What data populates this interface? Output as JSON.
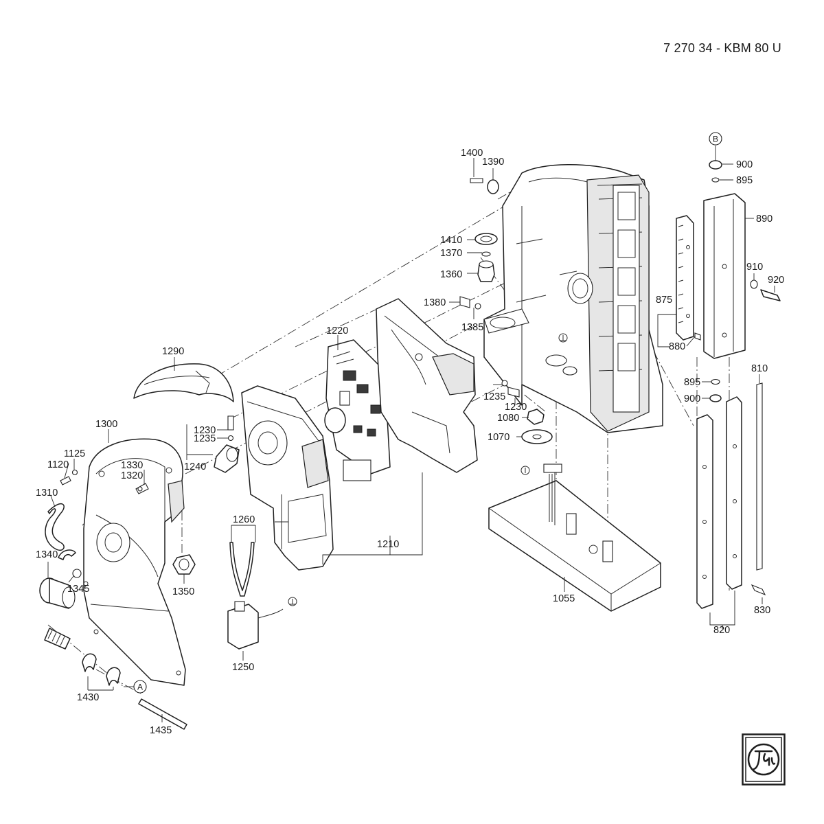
{
  "document": {
    "title": "7 270 34 - KBM 80 U"
  },
  "references": [
    {
      "id": "ref-b",
      "letter": "B"
    },
    {
      "id": "ref-a",
      "letter": "A"
    }
  ],
  "part_labels": [
    {
      "id": "p1400",
      "text": "1400"
    },
    {
      "id": "p1390",
      "text": "1390"
    },
    {
      "id": "p1410",
      "text": "1410"
    },
    {
      "id": "p1370",
      "text": "1370"
    },
    {
      "id": "p1360",
      "text": "1360"
    },
    {
      "id": "p1380",
      "text": "1380"
    },
    {
      "id": "p1385",
      "text": "1385"
    },
    {
      "id": "p1220",
      "text": "1220"
    },
    {
      "id": "p1290",
      "text": "1290"
    },
    {
      "id": "p1300",
      "text": "1300"
    },
    {
      "id": "p1230a",
      "text": "1230"
    },
    {
      "id": "p1235a",
      "text": "1235"
    },
    {
      "id": "p1240",
      "text": "1240"
    },
    {
      "id": "p1125",
      "text": "1125"
    },
    {
      "id": "p1120",
      "text": "1120"
    },
    {
      "id": "p1330",
      "text": "1330"
    },
    {
      "id": "p1320",
      "text": "1320"
    },
    {
      "id": "p1310",
      "text": "1310"
    },
    {
      "id": "p1340",
      "text": "1340"
    },
    {
      "id": "p1345",
      "text": "1345"
    },
    {
      "id": "p1350",
      "text": "1350"
    },
    {
      "id": "p1260",
      "text": "1260"
    },
    {
      "id": "p1250",
      "text": "1250"
    },
    {
      "id": "p1210",
      "text": "1210"
    },
    {
      "id": "p1430",
      "text": "1430"
    },
    {
      "id": "p1435",
      "text": "1435"
    },
    {
      "id": "p1235b",
      "text": "1235"
    },
    {
      "id": "p1230b",
      "text": "1230"
    },
    {
      "id": "p1080",
      "text": "1080"
    },
    {
      "id": "p1070",
      "text": "1070"
    },
    {
      "id": "p1055",
      "text": "1055"
    },
    {
      "id": "p900a",
      "text": "900"
    },
    {
      "id": "p895a",
      "text": "895"
    },
    {
      "id": "p890",
      "text": "890"
    },
    {
      "id": "p910",
      "text": "910"
    },
    {
      "id": "p920",
      "text": "920"
    },
    {
      "id": "p875",
      "text": "875"
    },
    {
      "id": "p880",
      "text": "880"
    },
    {
      "id": "p895b",
      "text": "895"
    },
    {
      "id": "p900b",
      "text": "900"
    },
    {
      "id": "p810",
      "text": "810"
    },
    {
      "id": "p830",
      "text": "830"
    },
    {
      "id": "p820",
      "text": "820"
    }
  ],
  "logo": {
    "name": "fein-logo-icon",
    "mark": "fein"
  },
  "symbols": {
    "ground": "ground-symbol-icon"
  }
}
